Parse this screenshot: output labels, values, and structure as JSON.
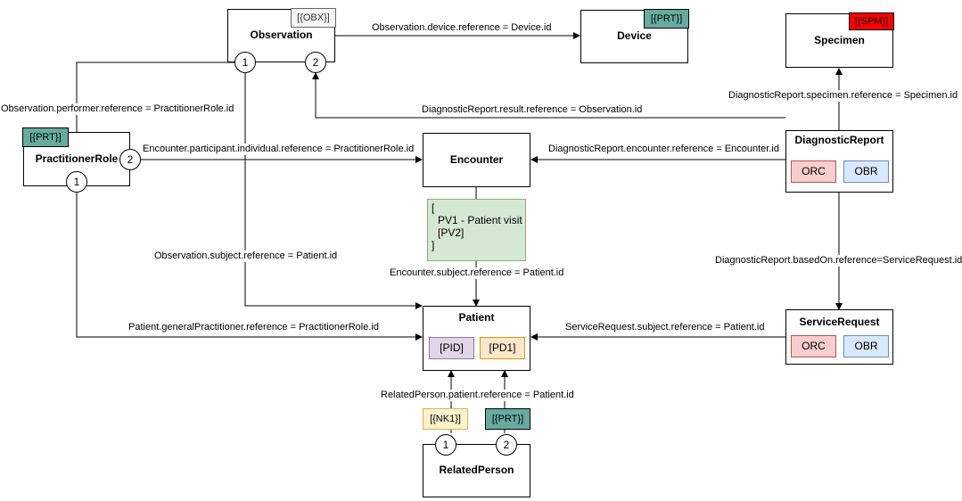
{
  "nodes": {
    "observation": {
      "title": "Observation",
      "tag": "[{OBX}]"
    },
    "device": {
      "title": "Device",
      "tag": "[{PRT}]"
    },
    "specimen": {
      "title": "Specimen",
      "tag": "[{SPM}]"
    },
    "practitioner_role": {
      "title": "PractitionerRole",
      "tag": "[{PRT}]"
    },
    "encounter": {
      "title": "Encounter"
    },
    "diagnostic_report": {
      "title": "DiagnosticReport",
      "segments": [
        "ORC",
        "OBR"
      ]
    },
    "patient": {
      "title": "Patient",
      "segments": [
        "[PID]",
        "[PD1]"
      ]
    },
    "service_request": {
      "title": "ServiceRequest",
      "segments": [
        "ORC",
        "OBR"
      ]
    },
    "related_person": {
      "title": "RelatedPerson",
      "tags": [
        "[{NK1}]",
        "[{PRT}]"
      ]
    }
  },
  "encounter_note": [
    "[",
    "PV1 - Patient visit",
    "[PV2]",
    "]"
  ],
  "edge_labels": {
    "obs_device": "Observation.device.reference = Device.id",
    "obs_performer": "Observation.performer.reference = PractitionerRole.id",
    "dr_result": "DiagnosticReport.result.reference = Observation.id",
    "dr_specimen": "DiagnosticReport.specimen.reference = Specimen.id",
    "enc_participant": "Encounter.participant.individual.reference = PractitionerRole.id",
    "dr_encounter": "DiagnosticReport.encounter.reference = Encounter.id",
    "obs_subject": "Observation.subject.reference = Patient.id",
    "enc_subject": "Encounter.subject.reference = Patient.id",
    "dr_basedon": "DiagnosticReport.basedOn.reference=ServiceRequest.id",
    "pat_gp": "Patient.generalPractitioner.reference = PractitionerRole.id",
    "sr_subject": "ServiceRequest.subject.reference = Patient.id",
    "rp_patient": "RelatedPerson.patient.reference = Patient.id"
  },
  "ports": {
    "one": "1",
    "two": "2"
  },
  "colors": {
    "tag_teal": "#67ab9f",
    "tag_gray": "#f5f5f5",
    "tag_red": "#ff0000",
    "orc_fill": "#f8cecc",
    "orc_border": "#b85450",
    "obr_fill": "#dae8fc",
    "obr_border": "#6c8ebf",
    "pid_fill": "#e1d5e7",
    "pid_border": "#9673a6",
    "pd1_fill": "#ffe6cc",
    "pd1_border": "#d79b00",
    "nk1_fill": "#fff2cc",
    "nk1_border": "#d6b656",
    "note_fill": "#d5e8d4",
    "note_border": "#82b366"
  }
}
